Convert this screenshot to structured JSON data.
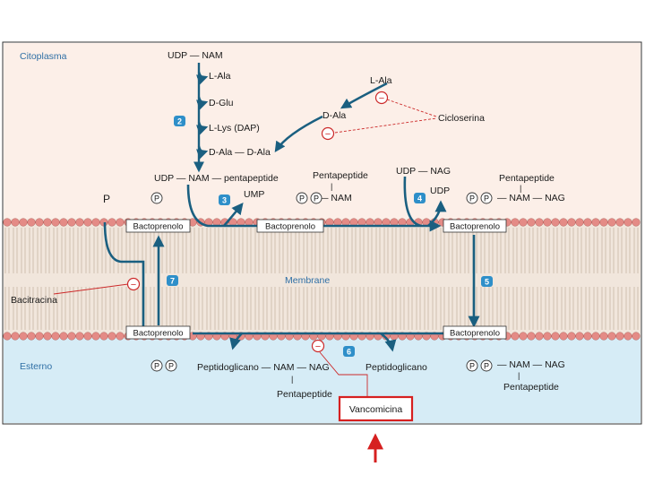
{
  "regions": {
    "cytoplasm": "Citoplasma",
    "membrane": "Membrane",
    "exterior": "Esterno"
  },
  "steps": [
    "2",
    "3",
    "4",
    "5",
    "6",
    "7"
  ],
  "chain": {
    "udp_nam": "UDP — NAM",
    "l_ala": "L-Ala",
    "d_glu": "D-Glu",
    "l_lys": "L-Lys (DAP)",
    "d_ala_d_ala": "D-Ala — D-Ala"
  },
  "ala": {
    "l_ala": "L-Ala",
    "d_ala": "D-Ala"
  },
  "inhibitors": {
    "cycloserine": "Cicloserina",
    "bacitracin": "Bacitracina",
    "vancomycin": "Vancomicina"
  },
  "top": {
    "udp_nam_pentapeptide": "UDP — NAM — pentapeptide",
    "pentapeptide_1": "Pentapeptide",
    "udp_nag": "UDP — NAG",
    "pentapeptide_2": "Pentapeptide",
    "p": "P",
    "ump": "UMP",
    "udp": "UDP",
    "nam": "— NAM",
    "nam_nag": "— NAM — NAG",
    "bar": "|"
  },
  "bottom": {
    "peptidoglycan_nam_nag": "Peptidoglicano — NAM — NAG",
    "pentapeptide": "Pentapeptide",
    "peptidoglycan": "Peptidoglicano",
    "nam_nag": "— NAM — NAG",
    "pentapeptide_2": "Pentapeptide",
    "bar": "|"
  },
  "phosphate": "P",
  "carrier": "Bactoprenolo",
  "minus": "−",
  "colors": {
    "cytoplasm_bg": "#fcefe8",
    "membrane_bg": "#f1e6dc",
    "exterior_bg": "#d6ecf6",
    "pathway": "#1a5f80",
    "inhibitor_line": "#cc2a2a",
    "lipid_head": "#e48b86",
    "step_badge": "#2e8fc9",
    "highlight": "#d62020"
  }
}
